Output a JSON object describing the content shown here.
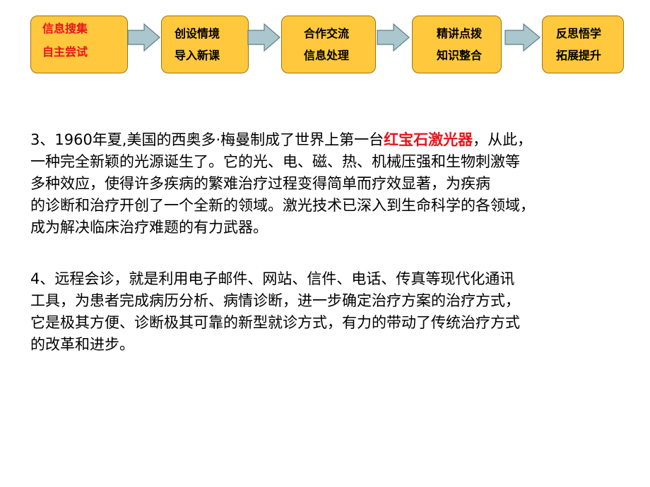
{
  "flow": {
    "steps": [
      {
        "line1": "信息搜集",
        "line2": "自主尝试"
      },
      {
        "line1": "创设情境",
        "line2": "导入新课"
      },
      {
        "line1": "合作交流",
        "line2": "信息处理"
      },
      {
        "line1": "精讲点拨",
        "line2": "知识整合"
      },
      {
        "line1": "反思悟学",
        "line2": "拓展提升"
      }
    ]
  },
  "paragraphs": {
    "p3": {
      "line1_before": "3、1960年夏,美国的西奥多·梅曼制成了世界上第一台",
      "line1_highlight": "红宝石激光器",
      "line1_after": "，从此，",
      "line2": "一种完全新颖的光源诞生了。它的光、电、磁、热、机械压强和生物刺激等",
      "line3": "多种效应，使得许多疾病的繁难治疗过程变得简单而疗效显著，为疾病",
      "line4": "的诊断和治疗开创了一个全新的领域。激光技术已深入到生命科学的各领域，",
      "line5": "成为解决临床治疗难题的有力武器。"
    },
    "p4": {
      "line1": "4、远程会诊，就是利用电子邮件、网站、信件、电话、传真等现代化通讯",
      "line2": "工具，为患者完成病历分析、病情诊断，进一步确定治疗方案的治疗方式，",
      "line3": "它是极其方便、诊断极其可靠的新型就诊方式，有力的带动了传统治疗方式",
      "line4": "的改革和进步。"
    }
  }
}
